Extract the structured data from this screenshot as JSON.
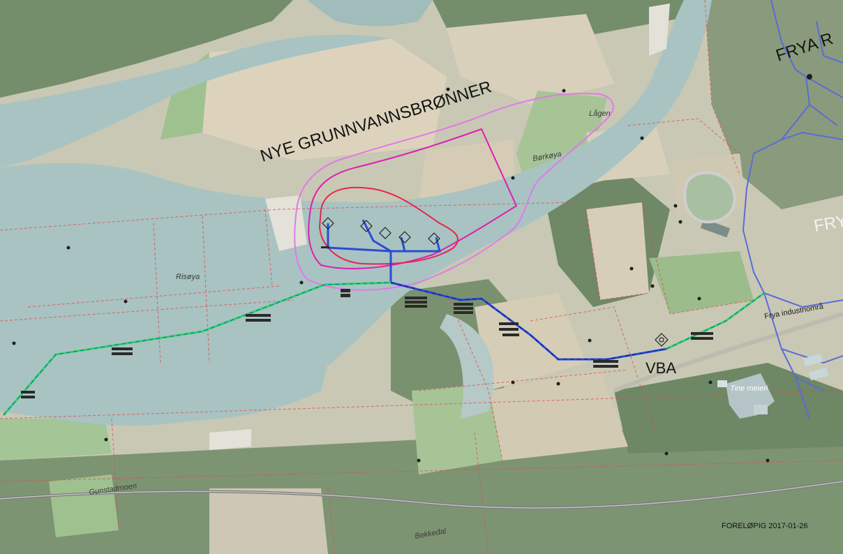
{
  "labels": {
    "wells_title": "NYE GRUNNVANNSBRØNNER",
    "station": "VBA",
    "town_top": "FRYA R",
    "town_right": "FRY",
    "river": "Lågen",
    "island_north": "Børkøya",
    "island_west": "Risøya",
    "place_south": "Gunstadmoen",
    "place_south2": "Bekkedal",
    "industrial": "Frya industriområ",
    "factory": "Tine meieri",
    "stamp": "FORELØPIG 2017-01-26"
  },
  "colors": {
    "water": "#a6c2c1",
    "field_light": "#dcd3bf",
    "field_green": "#9fc190",
    "forest": "#6f8866",
    "zone_outer": "#e07ae9",
    "zone_mid": "#de1fb1",
    "zone_inner": "#e8254f",
    "pipe_new": "#2a4bd4",
    "pipe_green": "#2fd46f",
    "existing_network": "#5b6bd8",
    "property_lines": "#e24a4a"
  }
}
